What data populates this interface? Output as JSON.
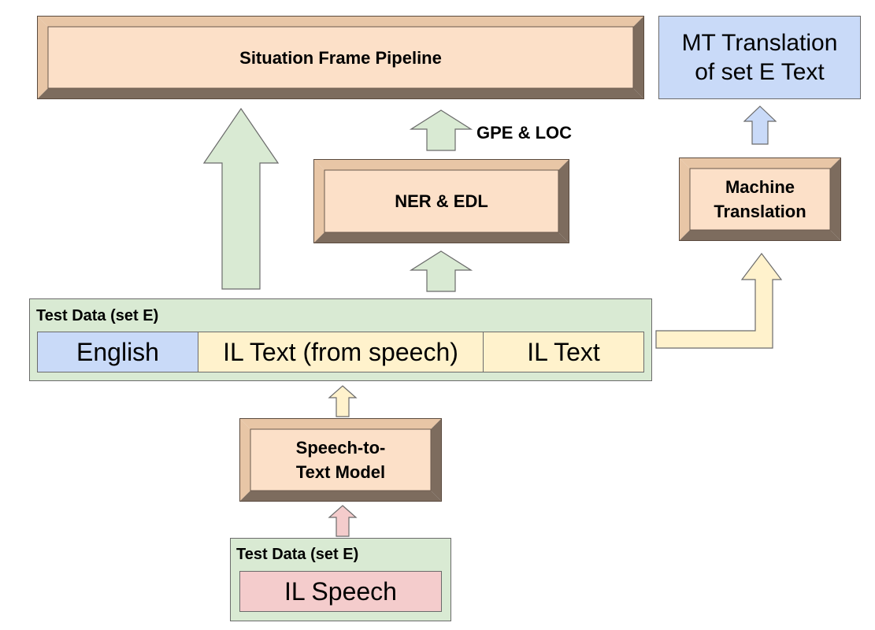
{
  "colors": {
    "bevel_fill": "#fce0c8",
    "bevel_light": "#e9c7a8",
    "bevel_dark": "#7f6e60",
    "bevel_border": "#5a4a3e",
    "green_fill": "#d9ead3",
    "green_arrow": "#d9ead3",
    "yellow_fill": "#fff2cc",
    "blue_fill": "#c9daf8",
    "pink_fill": "#f4cccc",
    "outline": "#6b6b6b"
  },
  "boxes": {
    "situation_frame": "Situation Frame Pipeline",
    "ner_edl": "NER & EDL",
    "machine_translation": "Machine\nTranslation",
    "speech_to_text": "Speech-to-\nText Model",
    "mt_translation": "MT Translation\nof set E Text"
  },
  "labels": {
    "gpe_loc": "GPE & LOC"
  },
  "test_data_main": {
    "title": "Test Data (set E)",
    "cells": [
      "English",
      "IL Text (from speech)",
      "IL Text"
    ]
  },
  "test_data_speech": {
    "title": "Test Data (set E)",
    "cell": "IL Speech"
  }
}
